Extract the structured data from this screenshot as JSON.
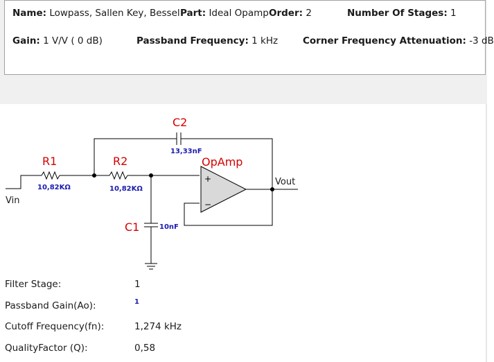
{
  "header": {
    "name_label": "Name:",
    "name_value": "Lowpass, Sallen Key, Bessel",
    "part_label": "Part:",
    "part_value": "Ideal Opamp",
    "order_label": "Order:",
    "order_value": "2",
    "stages_label": "Number Of Stages:",
    "stages_value": "1",
    "gain_label": "Gain:",
    "gain_value": "1 V/V ( 0 dB)",
    "passband_label": "Passband Frequency:",
    "passband_value": "1 kHz",
    "corner_label": "Corner Frequency Attenuation:",
    "corner_value": "-3 dB"
  },
  "schematic": {
    "r1_name": "R1",
    "r1_value": "10,82KΩ",
    "r2_name": "R2",
    "r2_value": "10,82KΩ",
    "c1_name": "C1",
    "c1_value": "10nF",
    "c2_name": "C2",
    "c2_value": "13,33nF",
    "opamp_name": "OpAmp",
    "plus": "+",
    "minus": "−",
    "vin": "Vin",
    "vout": "Vout",
    "colors": {
      "ref": "#d40000",
      "value": "#1a1ab0",
      "wire": "#000000",
      "opamp_fill": "#d9d9d9"
    }
  },
  "params": [
    {
      "label": "Filter Stage:",
      "value": "1"
    },
    {
      "label": "Passband Gain(Ao):",
      "value": "1"
    },
    {
      "label": "Cutoff Frequency(fn):",
      "value": "1,274 kHz"
    },
    {
      "label": "QualityFactor (Q):",
      "value": "0,58"
    }
  ]
}
